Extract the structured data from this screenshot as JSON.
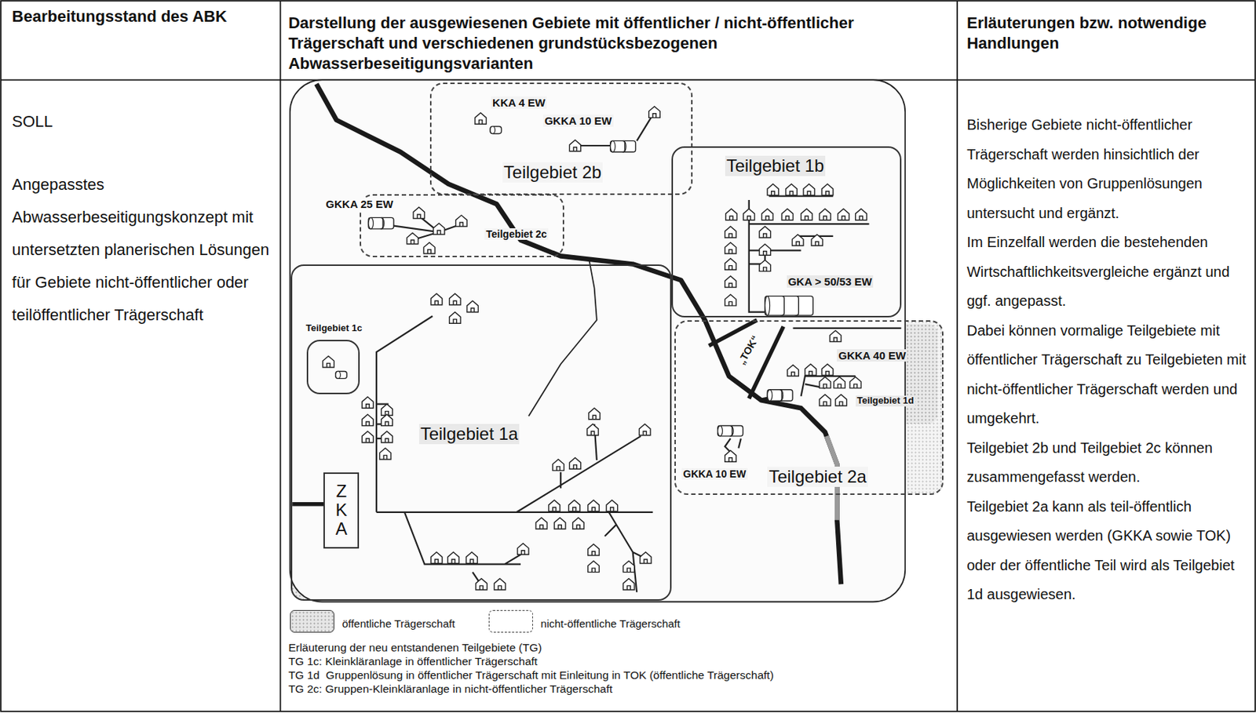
{
  "diagram": {
    "nodes": [
      {
        "text": [
          "KKA 4 EW",
          "GKKA 10 EW",
          "Teilgebiet 2b"
        ]
      },
      {
        "text": [
          "GKKA 25 EW",
          "Teilgebiet 2c"
        ]
      },
      {
        "text": [
          "Teilgebiet 1b",
          "GKA > 50/53 EW"
        ]
      },
      {
        "text": [
          "Teilgebiet 1a"
        ]
      },
      {
        "text": [
          "Teilgebiet 1c"
        ],
        "in": 3
      },
      {
        "text": [
          "ZKA"
        ],
        "in": 3
      },
      {
        "text": [
          "GKKA 10 EW",
          "Teilgebiet 2a"
        ]
      },
      {
        "text": [
          "GKKA 40 EW",
          "Teilgebiet 1d"
        ],
        "in": 6
      }
    ],
    "labels": [
      "Bearbeitungsstand des ABK",
      "Darstellung der ausgewiesenen Gebiete mit öffentlicher / nicht-öffentlicher Trägerschaft und verschiedenen grundstücksbezogenen Abwasserbeseitigungsvarianten",
      "Erläuterungen bzw. notwendige Handlungen",
      "SOLL",
      "Angepasstes Abwasserbeseitigungskonzept mit untersetzten planerischen Lösungen für Gebiete nicht-öffentlicher oder teilöffentlicher Trägerschaft",
      "Bisherige Gebiete nicht-öffentlicher Trägerschaft werden hinsichtlich der Möglichkeiten von Gruppenlösungen untersucht und ergänzt.",
      "Im Einzelfall werden die bestehenden Wirtschaftlichkeitsvergleiche ergänzt und ggf. angepasst.",
      "Dabei können vormalige Teilgebiete mit öffentlicher Trägerschaft zu Teilgebieten mit nicht-öffentlicher Trägerschaft werden und umgekehrt.",
      "Teilgebiet 2b und Teilgebiet 2c können zusammengefasst werden.",
      "Teilgebiet 2a kann als teil-öffentlich ausgewiesen werden (GKKA sowie TOK) oder der öffentliche Teil wird als Teilgebiet 1d ausgewiesen.",
      "„TOK“",
      "Erläuterung der neu entstandenen Teilgebiete (TG)",
      "TG 1c: Kleinkläranlage in öffentlicher Trägerschaft",
      "TG 1d  Gruppenlösung in öffentlicher Trägerschaft mit Einleitung in TOK (öffentliche Trägerschaft)",
      "TG 2c: Gruppen-Kleinkläranlage in nicht-öffentlicher Trägerschaft"
    ],
    "legend": [
      {
        "text": "öffentliche Trägerschaft",
        "color": "#e6e6e6"
      },
      {
        "text": "nicht-öffentliche Trägerschaft"
      }
    ]
  }
}
